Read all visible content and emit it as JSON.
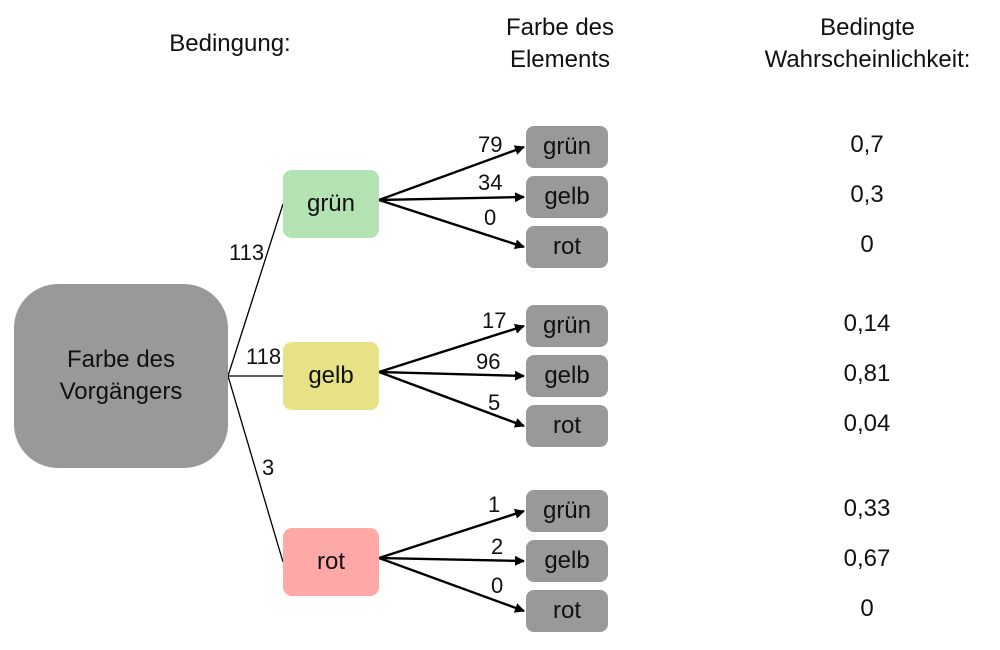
{
  "headers": {
    "condition": "Bedingung:",
    "element_color": "Farbe des\nElements",
    "conditional_probability": "Bedingte\nWahrscheinlichkeit:"
  },
  "root": {
    "label": "Farbe des\nVorgängers",
    "color": "#999999"
  },
  "conditions": [
    {
      "label": "grün",
      "count": "113",
      "color": "#b3e2b3",
      "outcomes": [
        {
          "label": "grün",
          "count": "79",
          "probability": "0,7"
        },
        {
          "label": "gelb",
          "count": "34",
          "probability": "0,3"
        },
        {
          "label": "rot",
          "count": "0",
          "probability": "0"
        }
      ]
    },
    {
      "label": "gelb",
      "count": "118",
      "color": "#e6e285",
      "outcomes": [
        {
          "label": "grün",
          "count": "17",
          "probability": "0,14"
        },
        {
          "label": "gelb",
          "count": "96",
          "probability": "0,81"
        },
        {
          "label": "rot",
          "count": "5",
          "probability": "0,04"
        }
      ]
    },
    {
      "label": "rot",
      "count": "3",
      "color": "#ffa8a8",
      "outcomes": [
        {
          "label": "grün",
          "count": "1",
          "probability": "0,33"
        },
        {
          "label": "gelb",
          "count": "2",
          "probability": "0,67"
        },
        {
          "label": "rot",
          "count": "0",
          "probability": "0"
        }
      ]
    }
  ]
}
